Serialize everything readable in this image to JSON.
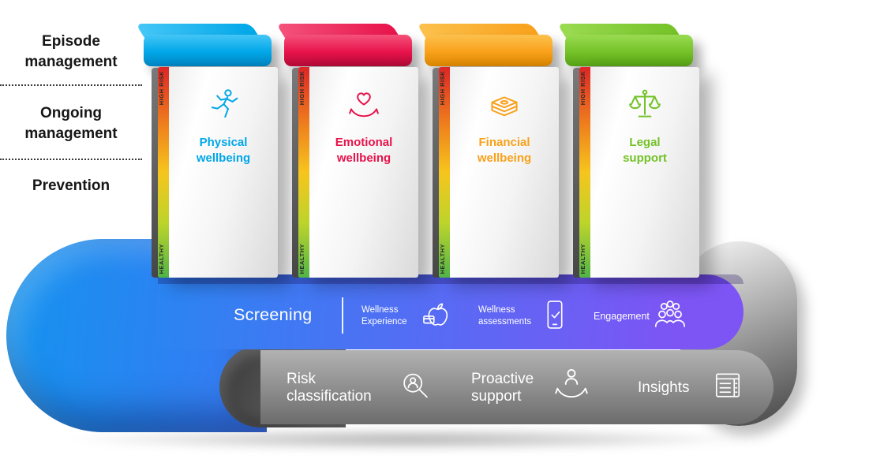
{
  "stages": {
    "items": [
      {
        "label": "Episode management"
      },
      {
        "label": "Ongoing management"
      },
      {
        "label": "Prevention"
      }
    ]
  },
  "pillars": {
    "risk_scale_top": "HIGH RISK",
    "risk_scale_bottom": "HEALTHY",
    "items": [
      {
        "title": "Physical wellbeing",
        "icon": "runner-icon",
        "color": "#00a7e8",
        "cap_light": "#45c6f7",
        "cap_dark": "#0083c0"
      },
      {
        "title": "Emotional wellbeing",
        "icon": "heart-hands-icon",
        "color": "#e8134b",
        "cap_light": "#f4527a",
        "cap_dark": "#b00a36"
      },
      {
        "title": "Financial wellbeing",
        "icon": "money-stack-icon",
        "color": "#f9a11b",
        "cap_light": "#fcc14d",
        "cap_dark": "#d88400"
      },
      {
        "title": "Legal support",
        "icon": "scales-icon",
        "color": "#74c228",
        "cap_light": "#9bdb52",
        "cap_dark": "#55a015"
      }
    ]
  },
  "screening_band": {
    "title": "Screening",
    "gradient_start": "#1493ef",
    "gradient_end": "#7d55f5",
    "items": [
      {
        "label": "Wellness Experience",
        "icon": "apple-card-icon"
      },
      {
        "label": "Wellness assessments",
        "icon": "phone-check-icon"
      },
      {
        "label": "Engagement",
        "icon": "people-group-icon"
      }
    ]
  },
  "services_band": {
    "gradient_start": "#b2b2b2",
    "gradient_end": "#6c6c6c",
    "items": [
      {
        "label": "Risk classification",
        "icon": "person-search-icon"
      },
      {
        "label": "Proactive support",
        "icon": "person-care-icon"
      },
      {
        "label": "Insights",
        "icon": "report-icon"
      }
    ]
  }
}
